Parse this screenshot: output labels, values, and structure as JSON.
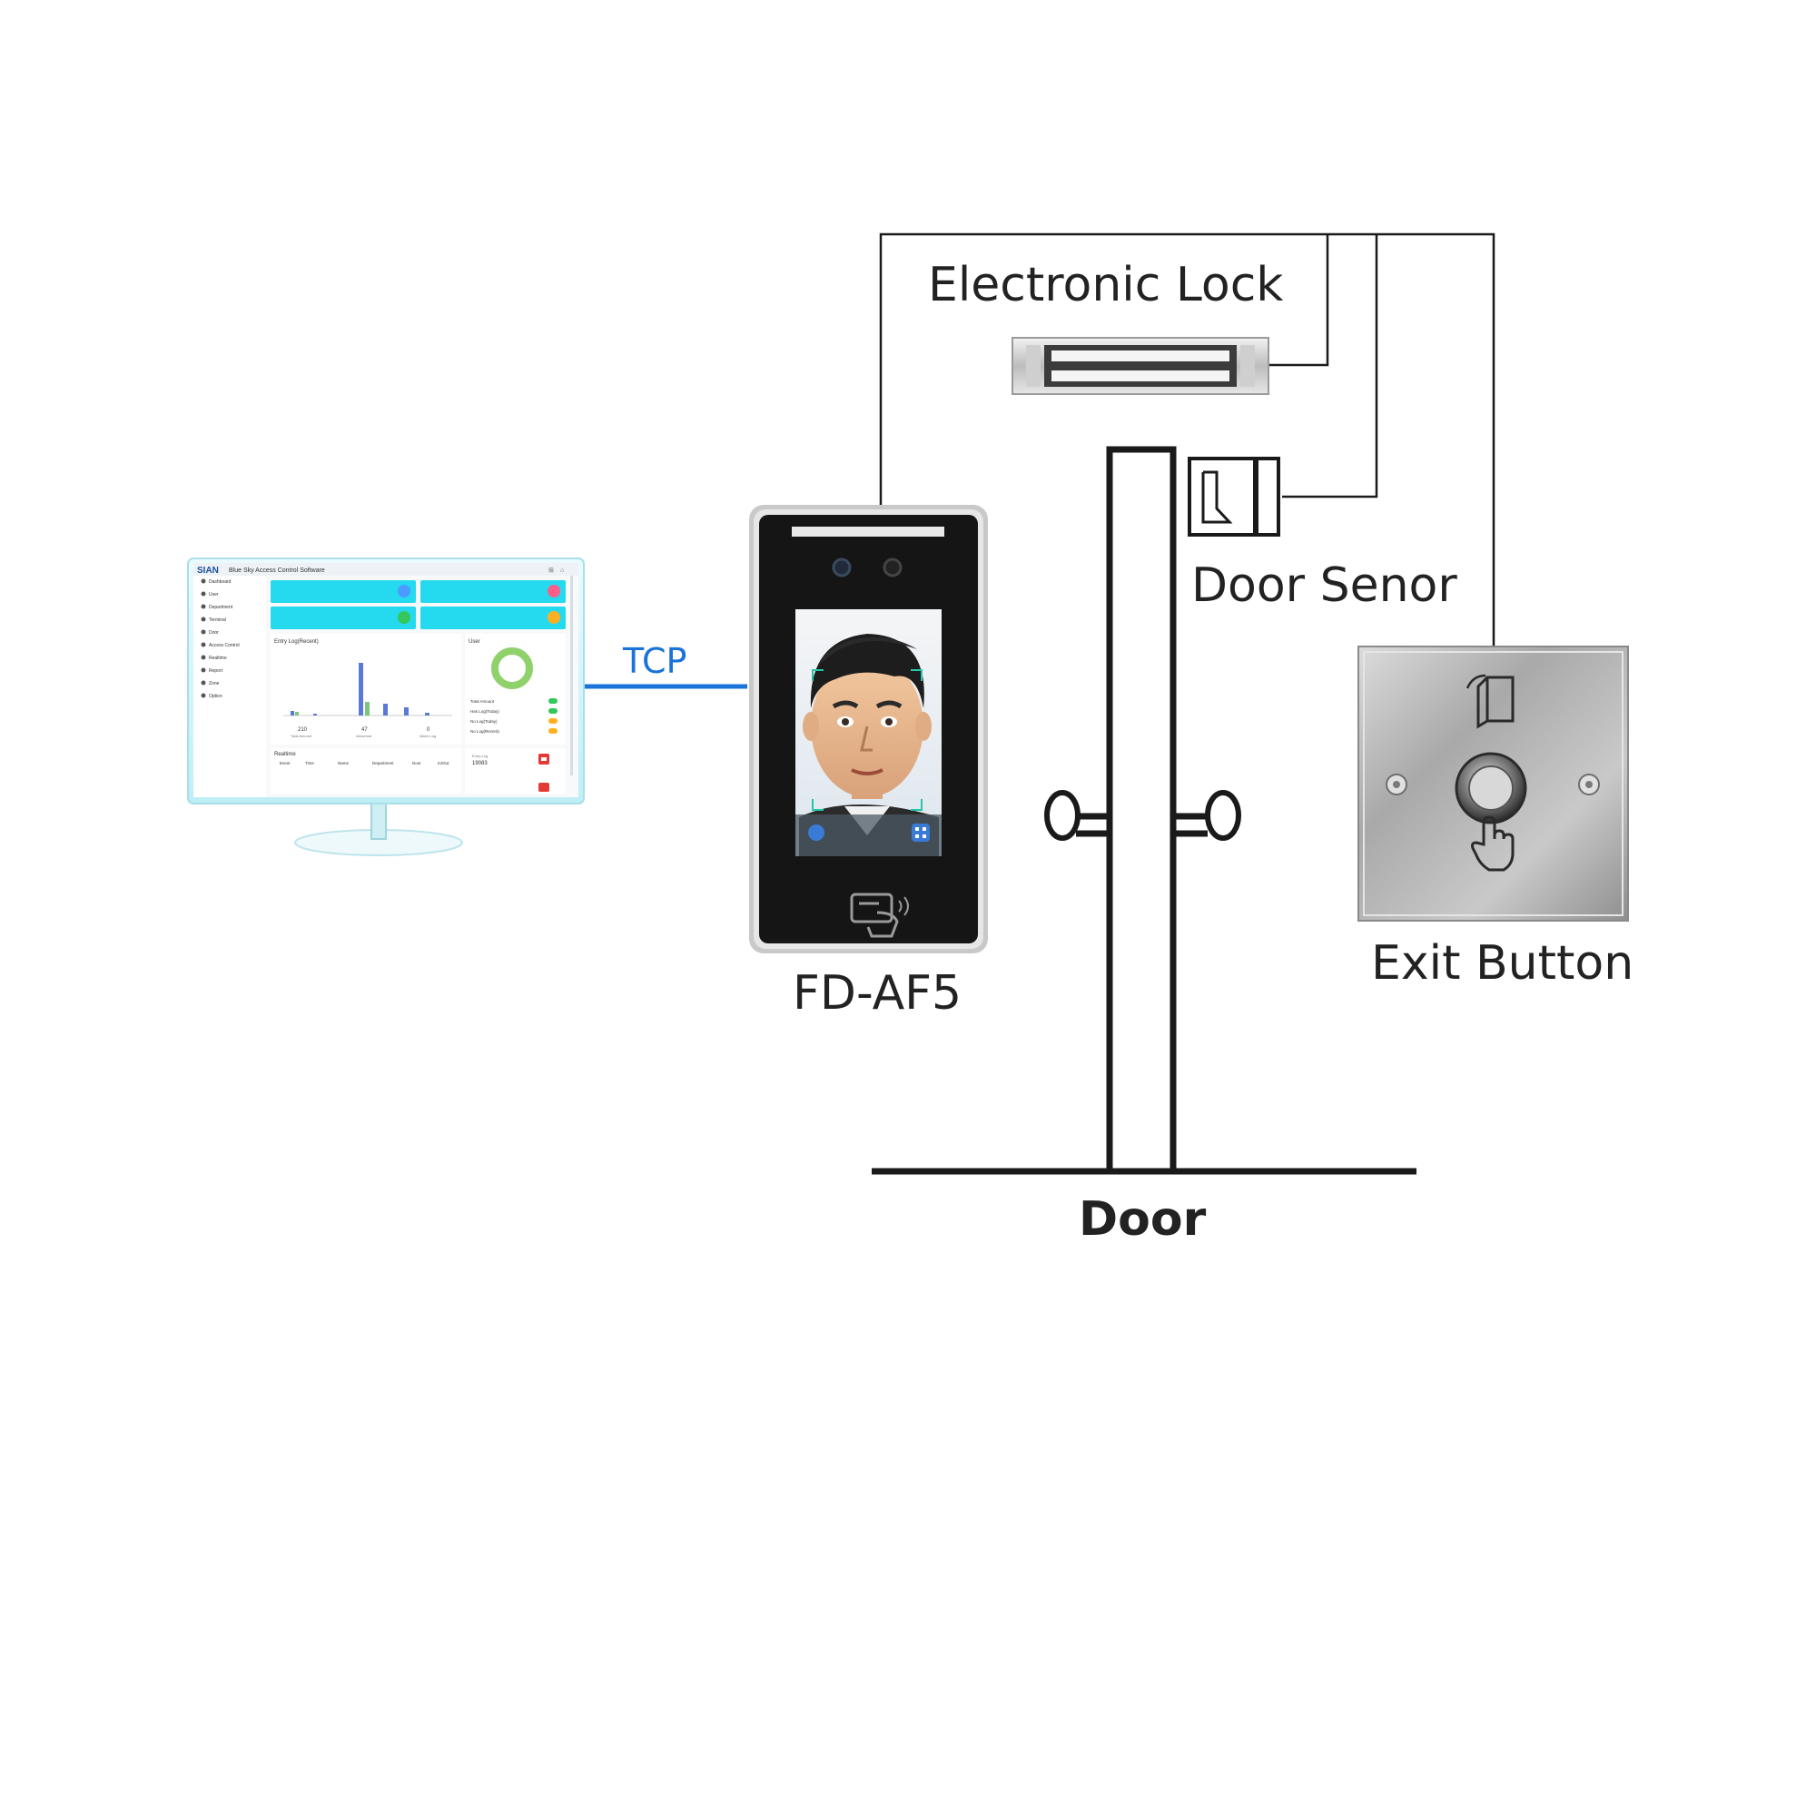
{
  "labels": {
    "electronic_lock": "Electronic Lock",
    "door_sensor": "Door Senor",
    "exit_button": "Exit Button",
    "device": "FD-AF5",
    "door": "Door",
    "connection": "TCP"
  },
  "software": {
    "title": "Blue Sky Access Control Software",
    "logo": "SIAN",
    "menu": [
      "Dashboard",
      "User",
      "Department",
      "Terminal",
      "Door",
      "Access Control",
      "Realtime",
      "Report",
      "Zone",
      "Option"
    ],
    "chart_title": "Entry Log(Recent)",
    "user_title": "User",
    "stats": [
      {
        "value": "210",
        "label": "Total Amount"
      },
      {
        "value": "47",
        "label": "Abnormal"
      },
      {
        "value": "0",
        "label": "Alarm Log"
      }
    ],
    "realtime_title": "Realtime",
    "realtime_columns": [
      "Event",
      "Time",
      "Name",
      "Department",
      "Door",
      "In/Out"
    ],
    "user_rows": [
      "Total Amount",
      "Has Log(Today)",
      "No Log(Today)",
      "No Log(Recent)"
    ],
    "entry_log_label": "Entry Log",
    "entry_log_value": "19083"
  },
  "colors": {
    "tcp": "#1a73d9",
    "line": "#1a1a1a",
    "cyan_card": "#25d9ee"
  }
}
